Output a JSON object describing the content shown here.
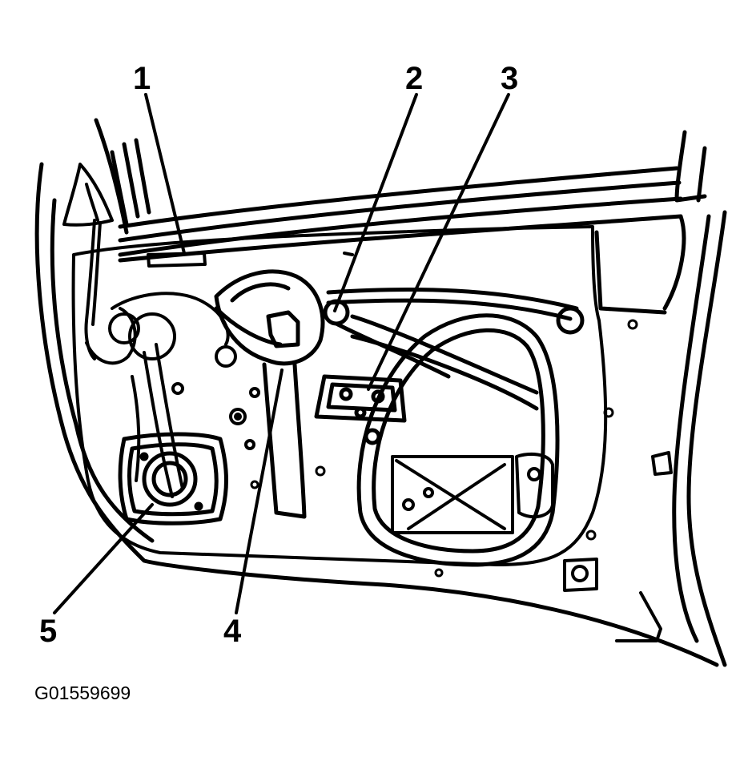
{
  "diagram": {
    "callouts": [
      "1",
      "2",
      "3",
      "4",
      "5"
    ],
    "figure_id": "G01559699"
  },
  "colors": {
    "stroke": "#000000",
    "background": "#ffffff"
  }
}
